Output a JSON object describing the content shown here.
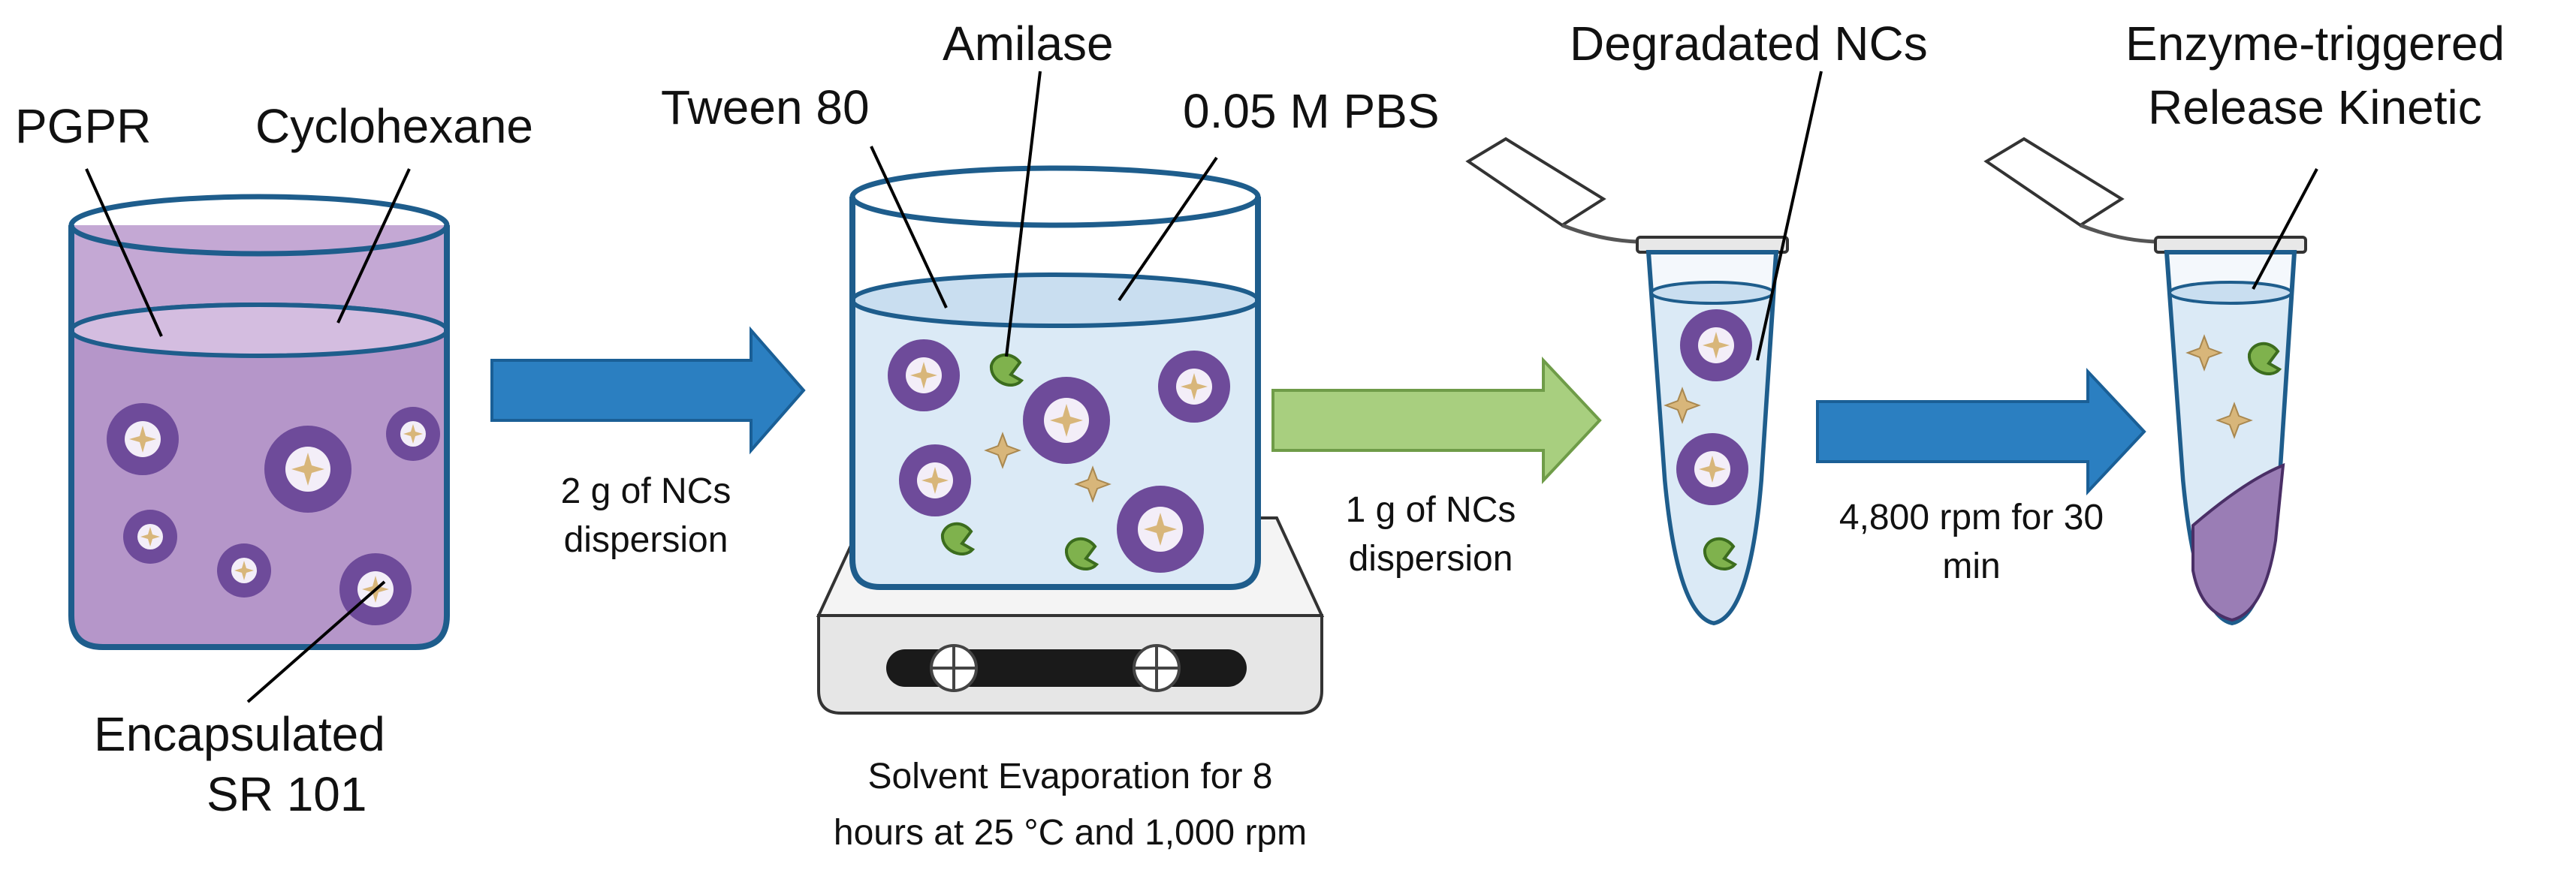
{
  "colors": {
    "beaker_outline": "#1e5d8c",
    "organic_phase": "#c4a8d4",
    "organic_phase_dark": "#b596c9",
    "aqueous_phase": "#dbeaf6",
    "nanocapsule_shell": "#6e4b9a",
    "nanocapsule_core": "#f3eef8",
    "dye_star": "#d8b67a",
    "enzyme": "#7fb24d",
    "arrow_blue": "#2b7fc1",
    "arrow_green": "#a8cf7f",
    "stirrer_body": "#e9e9e9",
    "pellet": "#9a7db5"
  },
  "step1": {
    "label_pgpr": "PGPR",
    "label_cyclohexane": "Cyclohexane",
    "label_encapsulated_line1": "Encapsulated",
    "label_encapsulated_line2": "SR 101"
  },
  "arrow1": {
    "caption_line1": "2 g of NCs",
    "caption_line2": "dispersion",
    "color_name": "blue-arrow"
  },
  "step2": {
    "label_amilase": "Amilase",
    "label_tween": "Tween 80",
    "label_pbs": "0.05 M PBS",
    "caption_line1": "Solvent Evaporation for 8",
    "caption_line2": "hours at 25 °C and 1,000 rpm",
    "icons": [
      "stir-plate-icon",
      "knob-icon"
    ]
  },
  "arrow2": {
    "caption_line1": "1 g  of NCs",
    "caption_line2": "dispersion",
    "color_name": "green-arrow"
  },
  "step3": {
    "label_degradated": "Degradated NCs",
    "icons": [
      "microtube-icon"
    ]
  },
  "arrow3": {
    "caption_line1": "4,800 rpm for 30",
    "caption_line2": "min",
    "color_name": "blue-arrow"
  },
  "step4": {
    "label_line1": "Enzyme-triggered",
    "label_line2": "Release Kinetic",
    "icons": [
      "microtube-icon",
      "pellet-icon"
    ]
  }
}
